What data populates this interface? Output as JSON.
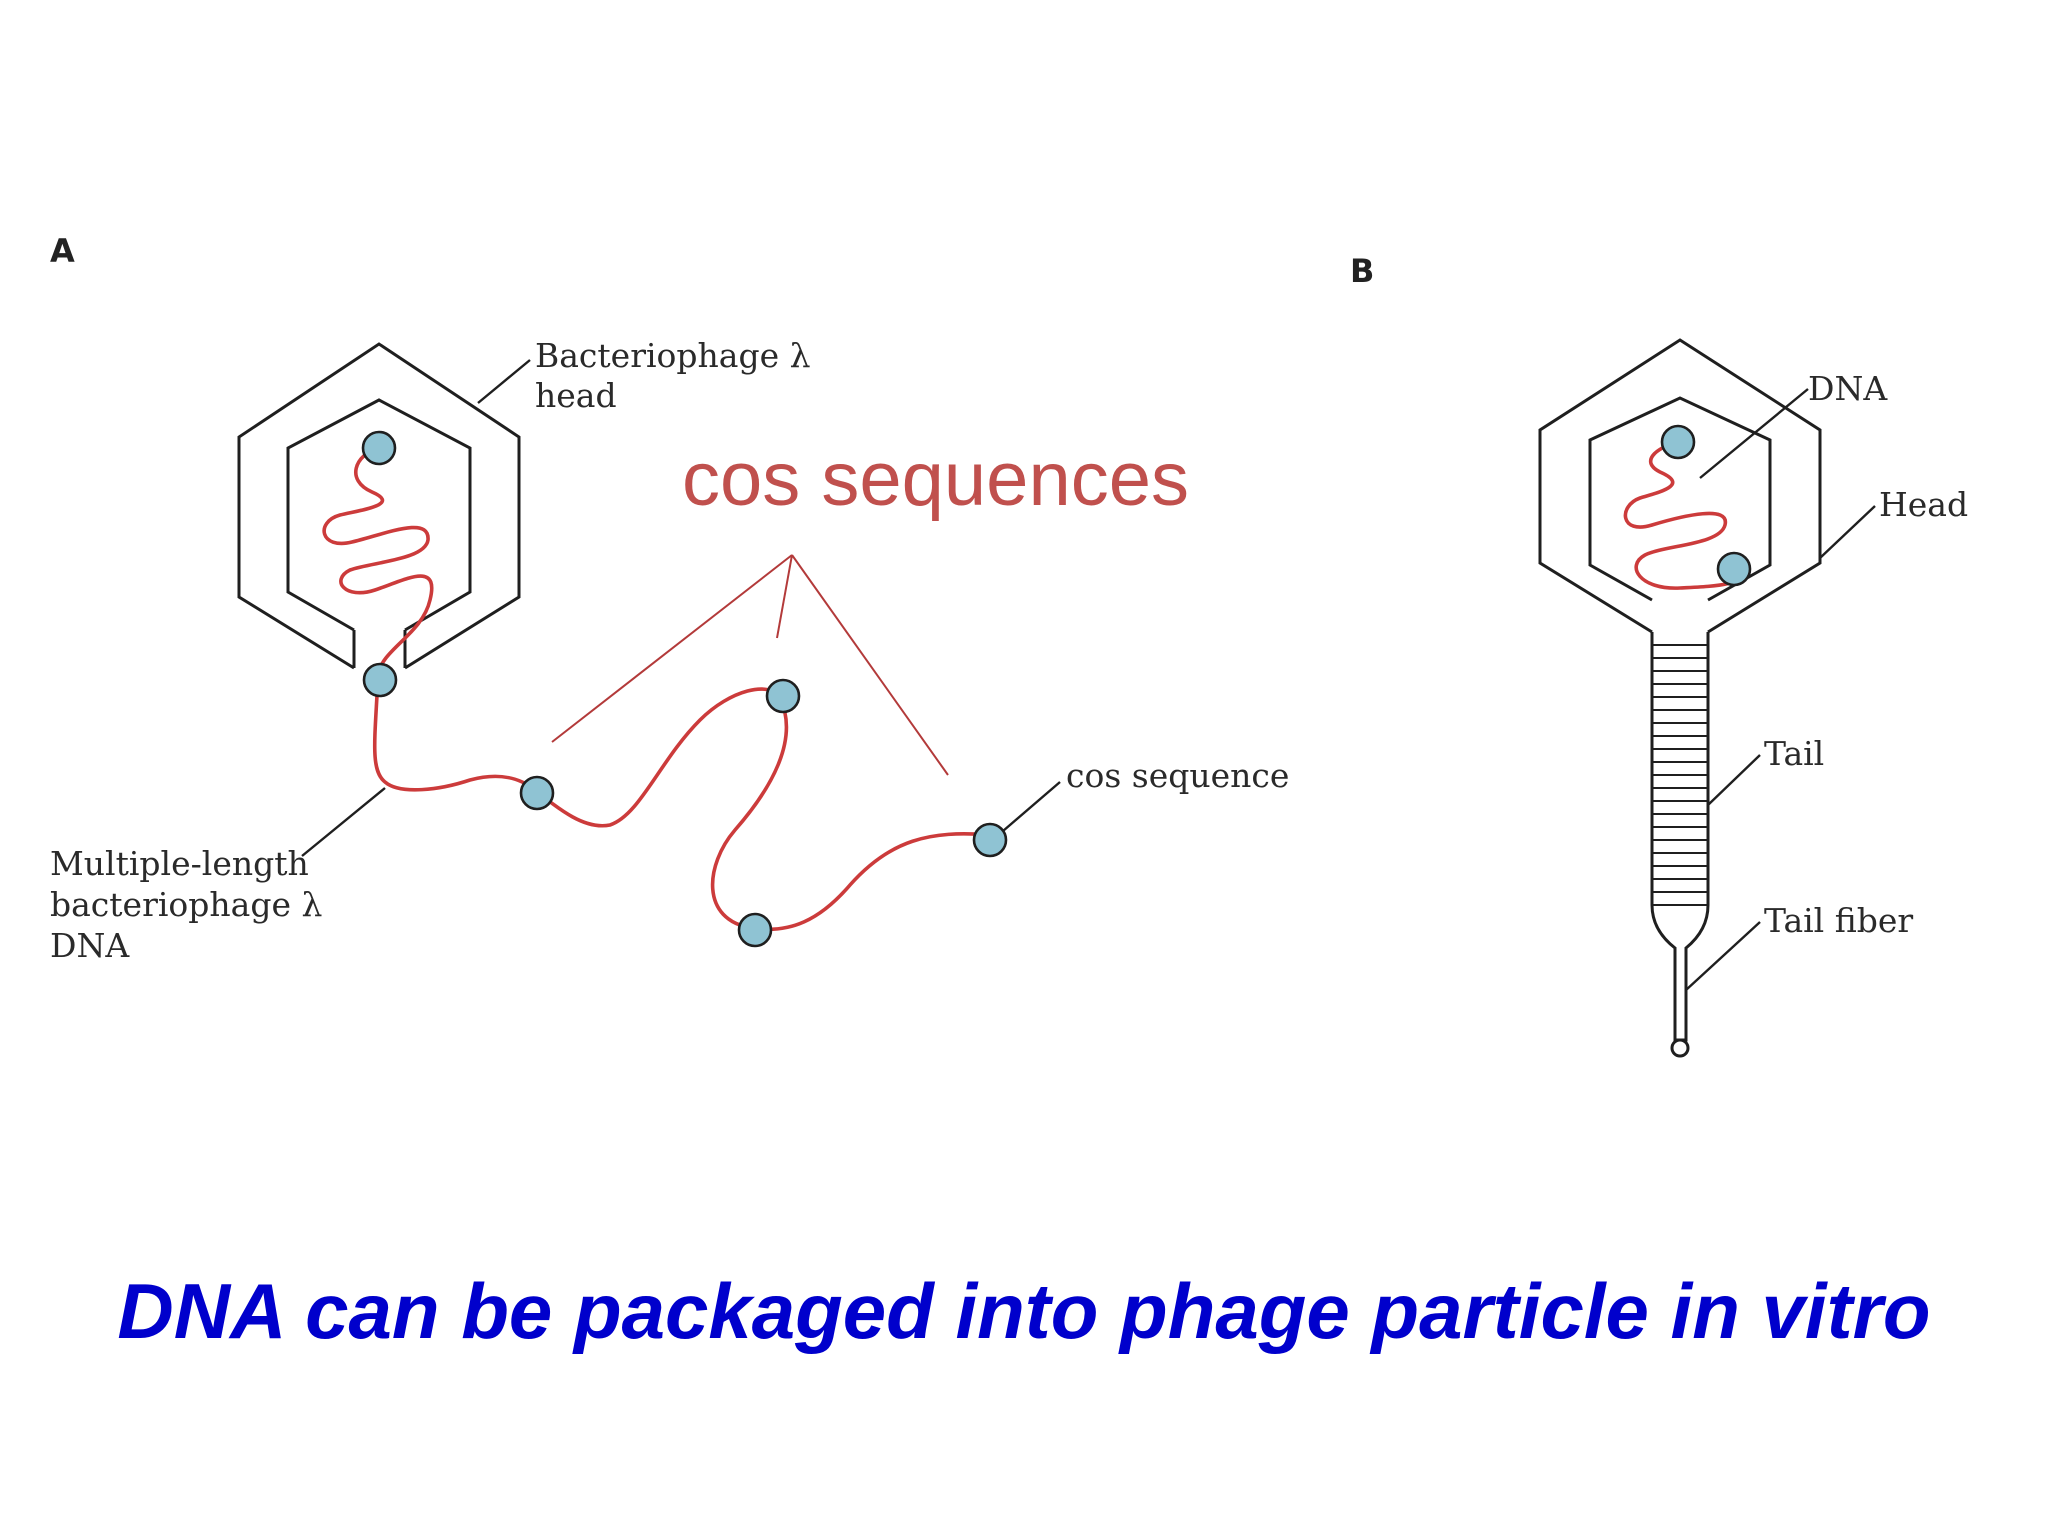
{
  "panel_a": {
    "letter": "A",
    "head_label_line1": "Bacteriophage λ",
    "head_label_line2": "head",
    "dna_label_line1": "Multiple-length",
    "dna_label_line2": "bacteriophage λ",
    "dna_label_line3": "DNA",
    "cos_label": "cos sequence"
  },
  "panel_b": {
    "letter": "B",
    "dna_label": "DNA",
    "head_label": "Head",
    "tail_label": "Tail",
    "tail_fiber_label": "Tail fiber"
  },
  "annotation": {
    "text": "cos sequences",
    "color": "#c0504d"
  },
  "caption": {
    "text": "DNA can be packaged into phage particle in vitro",
    "color": "#0000cc"
  },
  "colors": {
    "dna_strand": "#cc3b3b",
    "cos_site": "#8fc3d3",
    "outline": "#1f1f1f"
  }
}
